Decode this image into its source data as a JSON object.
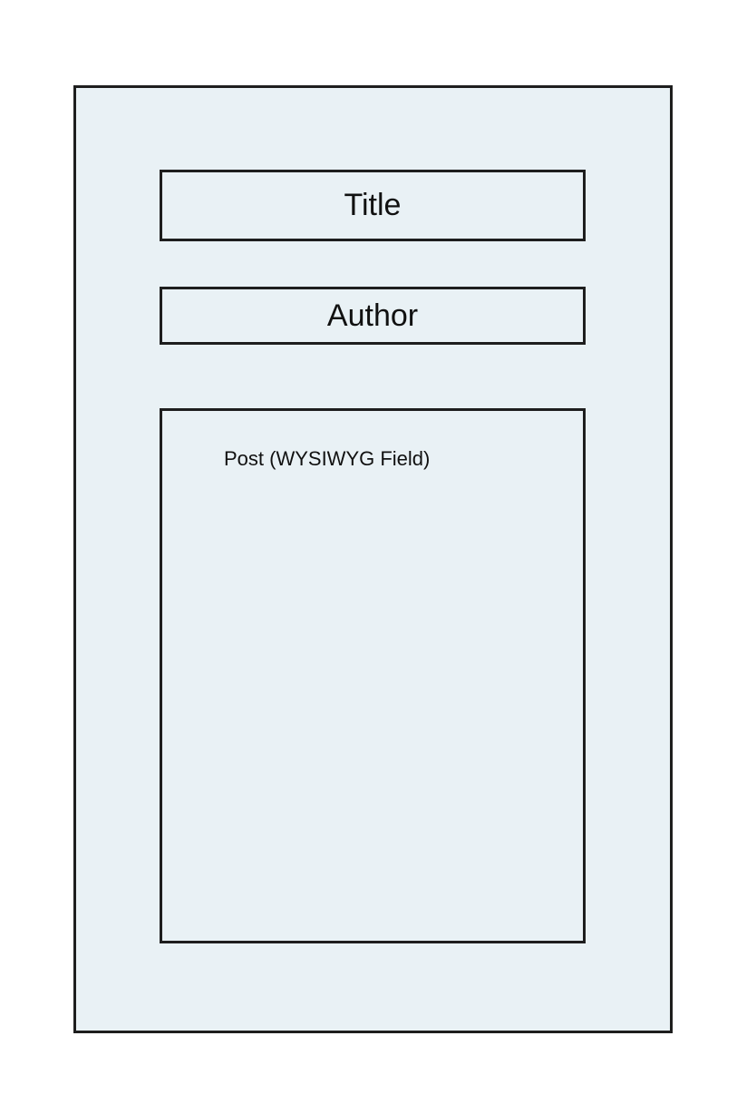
{
  "form": {
    "title_field_label": "Title",
    "author_field_label": "Author",
    "post_field_label": "Post (WYSIWYG Field)"
  },
  "colors": {
    "frame_fill": "#e9f1f5",
    "stroke": "#1e1e1e",
    "text": "#111111"
  }
}
